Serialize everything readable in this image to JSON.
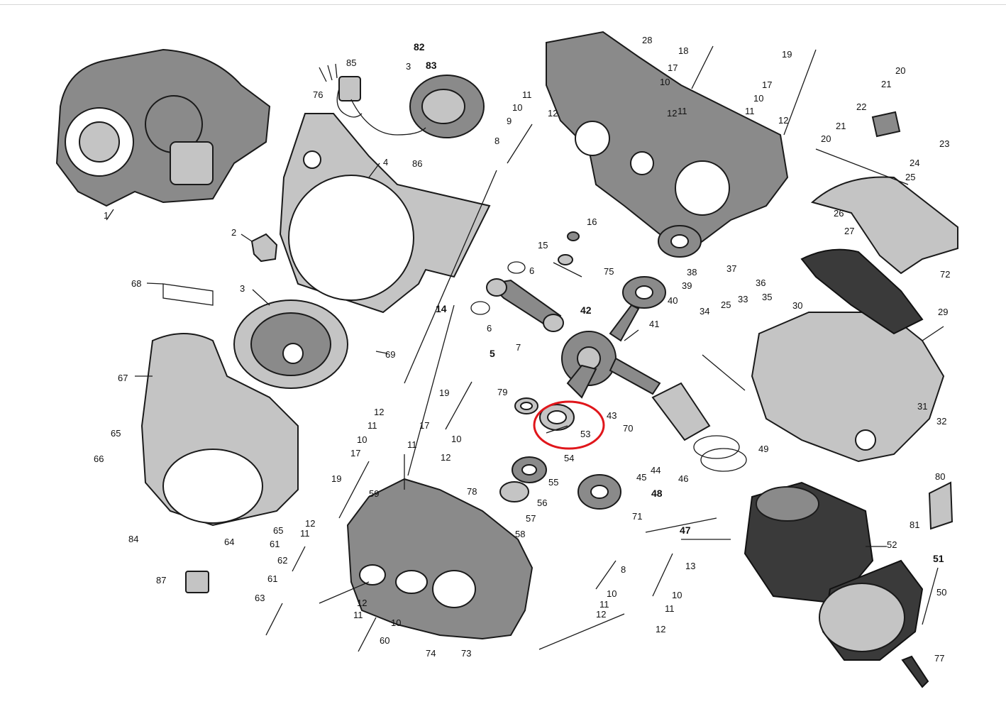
{
  "diagram": {
    "labels": [
      "1",
      "2",
      "3",
      "4",
      "5",
      "6",
      "7",
      "8",
      "9",
      "10",
      "11",
      "12",
      "13",
      "14",
      "15",
      "16",
      "17",
      "18",
      "19",
      "20",
      "21",
      "22",
      "23",
      "24",
      "25",
      "26",
      "27",
      "28",
      "29",
      "30",
      "31",
      "32",
      "33",
      "34",
      "35",
      "36",
      "37",
      "38",
      "39",
      "40",
      "41",
      "42",
      "43",
      "44",
      "45",
      "46",
      "47",
      "48",
      "49",
      "50",
      "51",
      "52",
      "53",
      "54",
      "55",
      "56",
      "57",
      "58",
      "59",
      "60",
      "61",
      "62",
      "63",
      "64",
      "65",
      "66",
      "67",
      "68",
      "69",
      "70",
      "71",
      "72",
      "73",
      "74",
      "75",
      "76",
      "77",
      "78",
      "79",
      "80",
      "81",
      "82",
      "83",
      "84",
      "85",
      "86",
      "87",
      "3"
    ],
    "highlighted_part": "53",
    "highlight_color": "#e0161b"
  }
}
